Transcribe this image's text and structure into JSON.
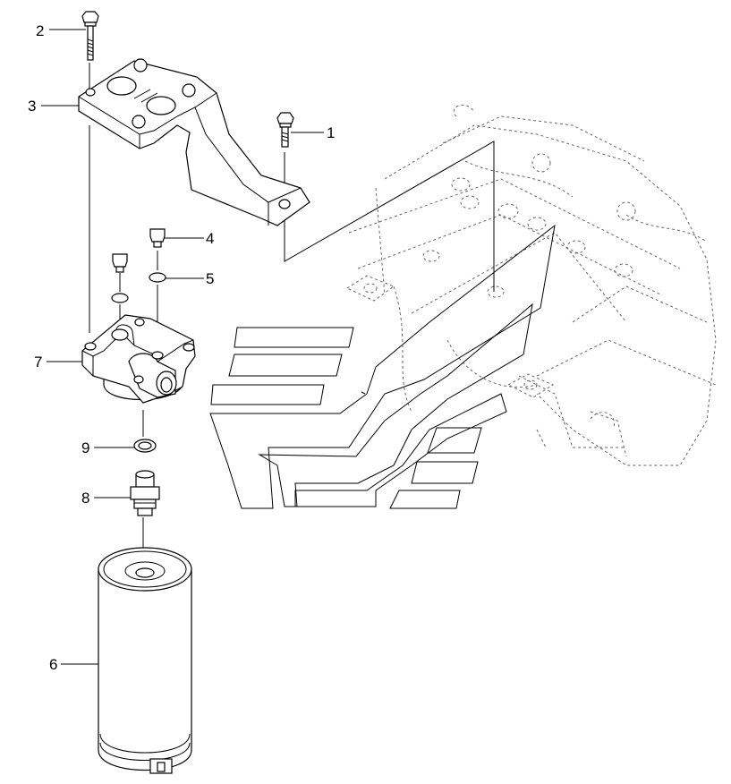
{
  "callouts": [
    {
      "id": "c1",
      "text": "1"
    },
    {
      "id": "c2",
      "text": "2"
    },
    {
      "id": "c3",
      "text": "3"
    },
    {
      "id": "c4",
      "text": "4"
    },
    {
      "id": "c5",
      "text": "5"
    },
    {
      "id": "c6",
      "text": "6"
    },
    {
      "id": "c7",
      "text": "7"
    },
    {
      "id": "c8",
      "text": "8"
    },
    {
      "id": "c9",
      "text": "9"
    }
  ]
}
